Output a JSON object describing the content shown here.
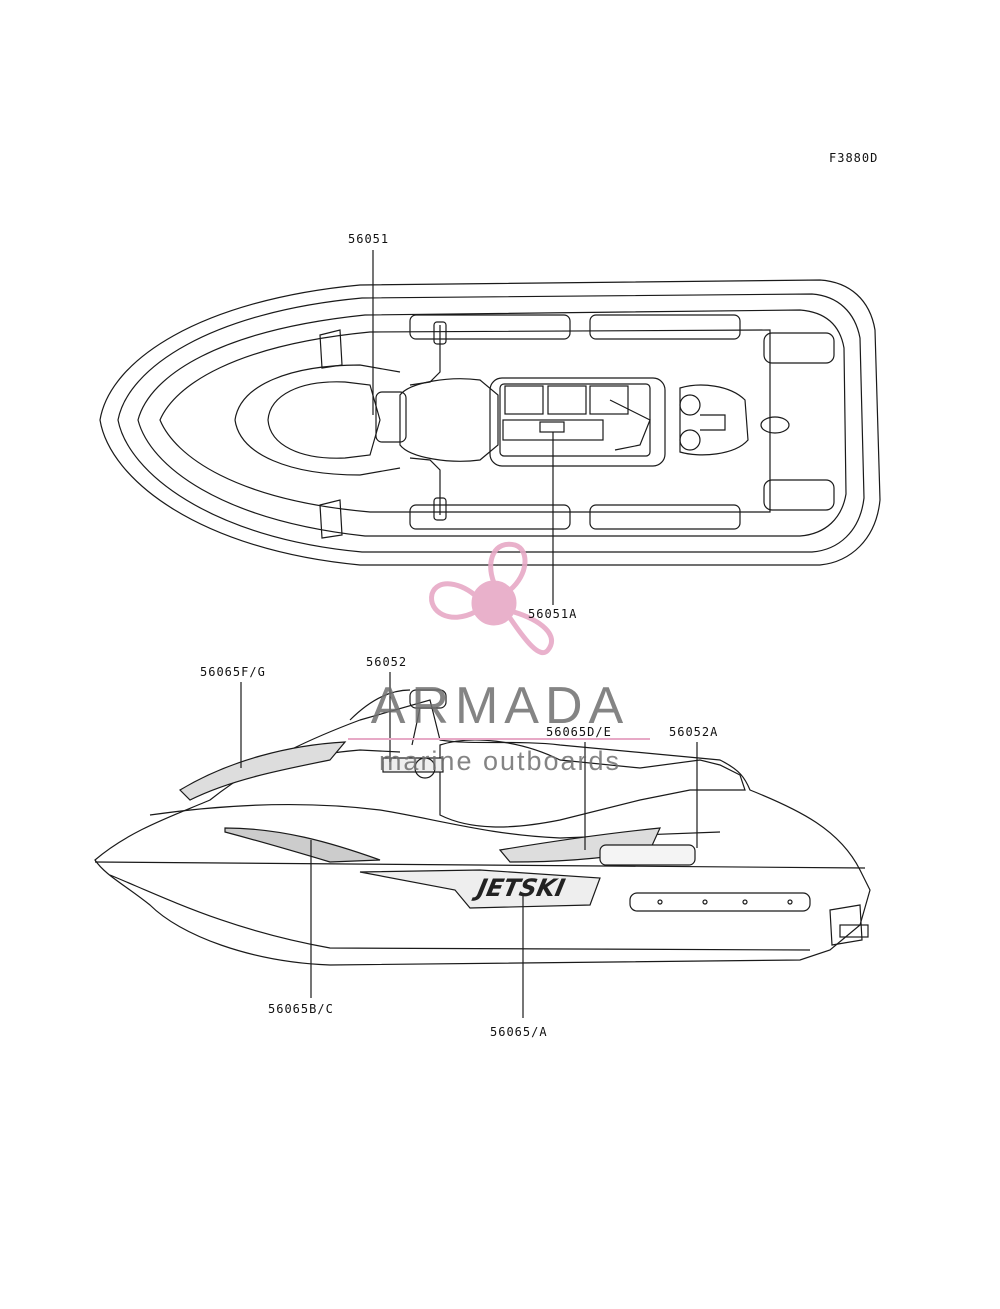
{
  "figure_code": "F3880D",
  "callouts": {
    "top_center_label": "56051",
    "top_bottom_label": "56051A",
    "side_front_upper": "56065F/G",
    "side_handlebar": "56052",
    "side_mid": "56065D/E",
    "side_rear": "56052A",
    "side_lower_front": "56065B/C",
    "side_lower_center": "56065/A"
  },
  "watermark": {
    "brand": "ARMADA",
    "tagline": "marine outboards",
    "colors": {
      "logo": "#e7a9c6",
      "text": "#6f6f6f"
    }
  },
  "decal_text": {
    "hull_logo": "JETSKI"
  }
}
